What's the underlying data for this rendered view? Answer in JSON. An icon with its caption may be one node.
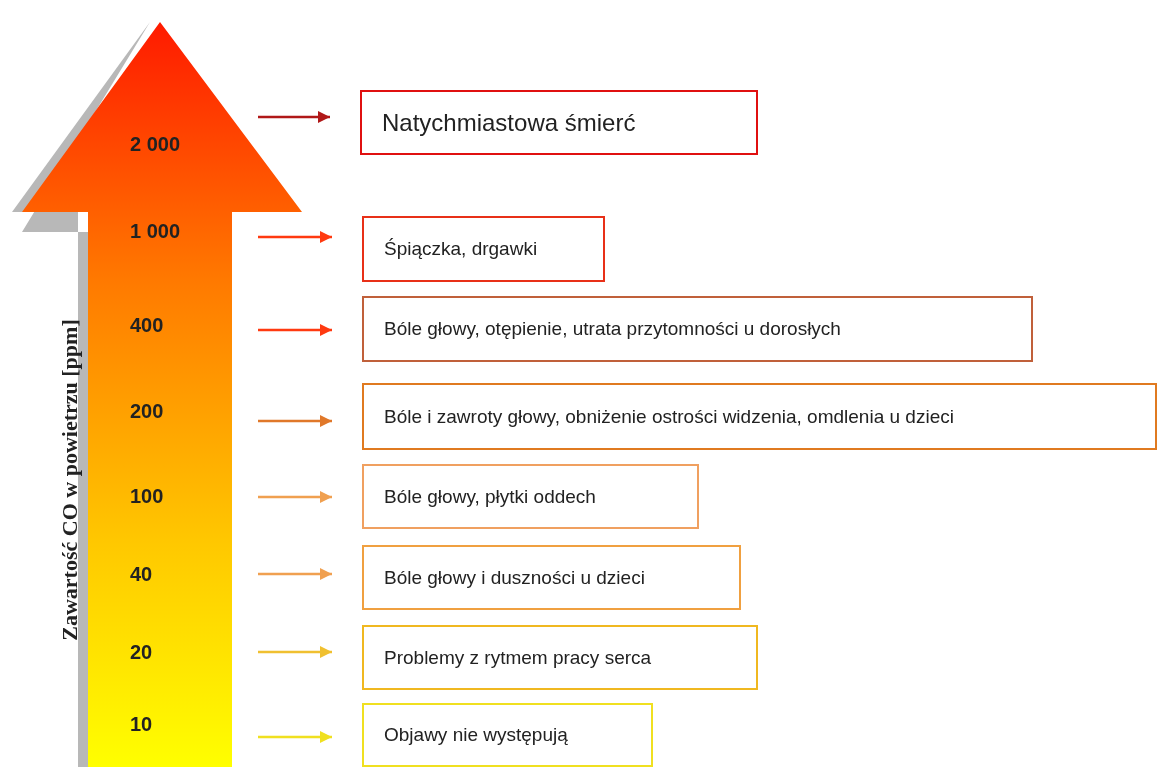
{
  "diagram": {
    "nodes": [
      {
        "text": [],
        "shape": "arrow"
      },
      {
        "text": [
          "2 000"
        ],
        "in": 0
      },
      {
        "text": [
          "1 000"
        ],
        "in": 0
      },
      {
        "text": [
          "400"
        ],
        "in": 0
      },
      {
        "text": [
          "200"
        ],
        "in": 0
      },
      {
        "text": [
          "100"
        ],
        "in": 0
      },
      {
        "text": [
          "40"
        ],
        "in": 0
      },
      {
        "text": [
          "20"
        ],
        "in": 0
      },
      {
        "text": [
          "10"
        ],
        "in": 0
      },
      {
        "text": [
          "Natychmiastowa śmierć"
        ]
      },
      {
        "text": [
          "Śpiączka, drgawki"
        ]
      },
      {
        "text": [
          "Bóle głowy, otępienie, utrata przytomności u dorosłych"
        ]
      },
      {
        "text": [
          "Bóle i zawroty głowy, obniżenie ostrości widzenia, omdlenia u dzieci"
        ]
      },
      {
        "text": [
          "Bóle głowy, płytki oddech"
        ]
      },
      {
        "text": [
          "Bóle głowy i duszności u dzieci"
        ]
      },
      {
        "text": [
          "Problemy z rytmem pracy serca"
        ]
      },
      {
        "text": [
          "Objawy nie występują"
        ]
      }
    ],
    "edges": [
      {
        "from": 1,
        "to": 9,
        "arrow": "to",
        "color": "#b01818"
      },
      {
        "from": 2,
        "to": 10,
        "arrow": "to",
        "color": "#ff3a10"
      },
      {
        "from": 3,
        "to": 11,
        "arrow": "to",
        "color": "#ff3a10"
      },
      {
        "from": 4,
        "to": 12,
        "arrow": "to",
        "color": "#e0782a"
      },
      {
        "from": 5,
        "to": 13,
        "arrow": "to",
        "color": "#f0a050"
      },
      {
        "from": 6,
        "to": 14,
        "arrow": "to",
        "color": "#f0a050"
      },
      {
        "from": 7,
        "to": 15,
        "arrow": "to",
        "color": "#f0c030"
      },
      {
        "from": 8,
        "to": 16,
        "arrow": "to",
        "color": "#f0e020"
      }
    ],
    "labels": [
      "Zawartość CO w powietrzu [ppm]"
    ]
  }
}
